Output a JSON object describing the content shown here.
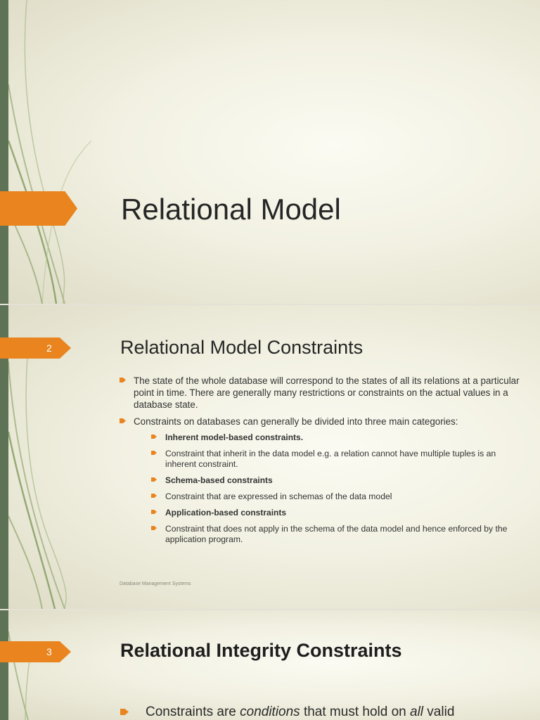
{
  "theme": {
    "accent": "#e9841e",
    "sidebar": "#5e7356"
  },
  "slide1": {
    "title": "Relational Model"
  },
  "slide2": {
    "number": "2",
    "title": "Relational Model Constraints",
    "bullets": [
      "The state of the whole database will correspond to the states of all its relations at a particular point in time. There are generally many restrictions or constraints on the actual values in a database state.",
      "Constraints on databases can generally be divided into three main categories:"
    ],
    "sub_bullets": [
      "Inherent model-based constraints.",
      "Constraint that inherit in the data model e.g. a relation cannot have multiple tuples is an inherent constraint.",
      "Schema-based constraints",
      "Constraint that are expressed in schemas of the data model",
      "Application-based constraints",
      "Constraint that does not apply in the schema of the data model and hence enforced by the application program."
    ],
    "footer": "Database Management Systems"
  },
  "slide3": {
    "number": "3",
    "title": "Relational Integrity Constraints",
    "bullet_parts": [
      "Constraints are ",
      "conditions",
      " that must hold on ",
      "all",
      " valid"
    ]
  }
}
